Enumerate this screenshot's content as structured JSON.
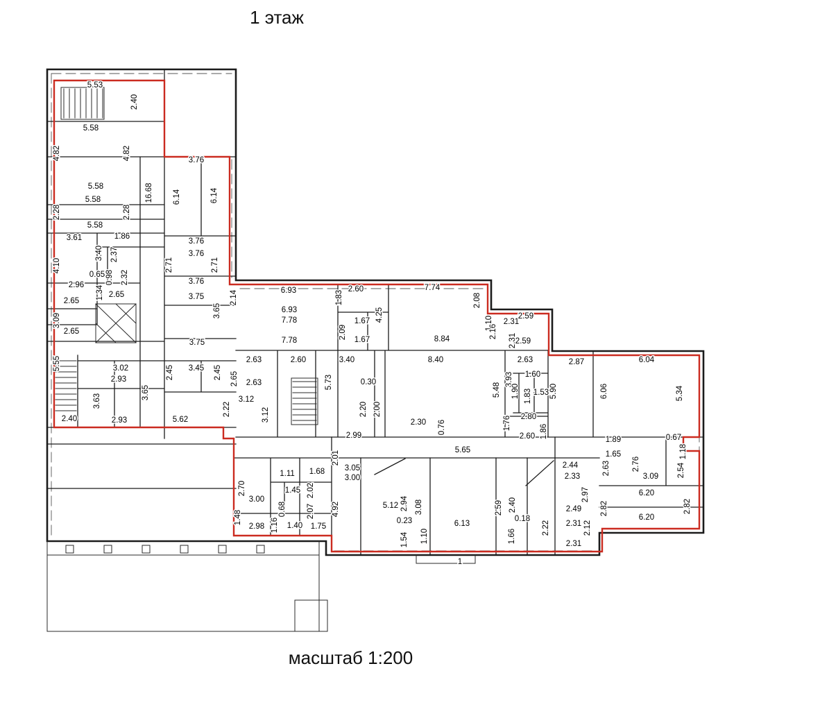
{
  "page": {
    "title": "1 этаж",
    "scale_label": "масштаб 1:200"
  },
  "drawing": {
    "boundary_color": "#cb2b20",
    "wall_color": "#1b1b1b",
    "labels": [
      [
        "5.53",
        137,
        126,
        0
      ],
      [
        "2.40",
        197,
        147,
        1
      ],
      [
        "5.58",
        131,
        188,
        0
      ],
      [
        "4.82",
        85,
        221,
        1
      ],
      [
        "4.82",
        186,
        221,
        1
      ],
      [
        "3.76",
        283,
        234,
        0
      ],
      [
        "5.58",
        138,
        272,
        0
      ],
      [
        "16.68",
        218,
        278,
        1
      ],
      [
        "6.14",
        258,
        284,
        1
      ],
      [
        "6.14",
        312,
        282,
        1
      ],
      [
        "5.58",
        134,
        291,
        0
      ],
      [
        "2.28",
        85,
        306,
        1
      ],
      [
        "2.28",
        186,
        306,
        1
      ],
      [
        "5.58",
        137,
        328,
        0
      ],
      [
        "1.86",
        176,
        344,
        0
      ],
      [
        "3.61",
        107,
        346,
        0
      ],
      [
        "3.40",
        146,
        365,
        1
      ],
      [
        "2.37",
        168,
        367,
        1
      ],
      [
        "4.10",
        85,
        383,
        1
      ],
      [
        "3.76",
        283,
        351,
        0
      ],
      [
        "3.76",
        283,
        369,
        0
      ],
      [
        "2.71",
        247,
        382,
        1
      ],
      [
        "2.71",
        313,
        382,
        1
      ],
      [
        "0.65",
        140,
        399,
        0
      ],
      [
        "0.98",
        161,
        400,
        1
      ],
      [
        "2.32",
        183,
        400,
        1
      ],
      [
        "3.76",
        283,
        409,
        0
      ],
      [
        "2.96",
        110,
        414,
        0
      ],
      [
        "1.34",
        147,
        422,
        1
      ],
      [
        "2.65",
        168,
        428,
        0
      ],
      [
        "2.65",
        103,
        437,
        0
      ],
      [
        "3.75",
        283,
        431,
        0
      ],
      [
        "2.14",
        340,
        429,
        1
      ],
      [
        "6.93",
        416,
        422,
        0
      ],
      [
        "1.83",
        492,
        429,
        1
      ],
      [
        "2.60",
        513,
        420,
        0
      ],
      [
        "7.74",
        623,
        418,
        0
      ],
      [
        "2.08",
        691,
        433,
        1
      ],
      [
        "6.93",
        417,
        450,
        0
      ],
      [
        "3.65",
        316,
        448,
        1
      ],
      [
        "4.25",
        550,
        454,
        1
      ],
      [
        "1.67",
        522,
        466,
        0
      ],
      [
        "7.78",
        417,
        465,
        0
      ],
      [
        "1.10",
        708,
        466,
        1
      ],
      [
        "2.31",
        737,
        467,
        0
      ],
      [
        "2.59",
        758,
        459,
        0
      ],
      [
        "2.16",
        714,
        478,
        1
      ],
      [
        "2.09",
        497,
        479,
        1
      ],
      [
        "1.67",
        522,
        493,
        0
      ],
      [
        "2.31",
        742,
        491,
        1
      ],
      [
        "2.59",
        754,
        495,
        0
      ],
      [
        "3.09",
        85,
        462,
        1
      ],
      [
        "2.65",
        103,
        481,
        0
      ],
      [
        "7.78",
        417,
        494,
        0
      ],
      [
        "8.84",
        637,
        492,
        0
      ],
      [
        "3.75",
        284,
        497,
        0
      ],
      [
        "5.55",
        85,
        524,
        1
      ],
      [
        "3.02",
        174,
        534,
        0
      ],
      [
        "2.63",
        366,
        522,
        0
      ],
      [
        "2.60",
        430,
        522,
        0
      ],
      [
        "3.40",
        500,
        522,
        0
      ],
      [
        "8.40",
        628,
        522,
        0
      ],
      [
        "2.63",
        757,
        522,
        0
      ],
      [
        "2.87",
        831,
        525,
        0
      ],
      [
        "6.04",
        932,
        522,
        0
      ],
      [
        "2.93",
        171,
        550,
        0
      ],
      [
        "2.45",
        248,
        537,
        1
      ],
      [
        "3.45",
        283,
        534,
        0
      ],
      [
        "2.45",
        317,
        537,
        1
      ],
      [
        "2.65",
        341,
        546,
        1
      ],
      [
        "2.63",
        366,
        555,
        0
      ],
      [
        "5.73",
        477,
        551,
        1
      ],
      [
        "0.30",
        531,
        554,
        0
      ],
      [
        "3.93",
        737,
        547,
        1
      ],
      [
        "1.60",
        768,
        543,
        0
      ],
      [
        "5.48",
        719,
        562,
        1
      ],
      [
        "1.90",
        746,
        564,
        1
      ],
      [
        "1.83",
        764,
        571,
        1
      ],
      [
        "1.53",
        780,
        569,
        0
      ],
      [
        "5.90",
        801,
        564,
        1
      ],
      [
        "6.06",
        874,
        564,
        1
      ],
      [
        "5.34",
        983,
        567,
        1
      ],
      [
        "3.65",
        213,
        566,
        1
      ],
      [
        "3.63",
        143,
        578,
        1
      ],
      [
        "3.12",
        355,
        579,
        0
      ],
      [
        "2.22",
        330,
        590,
        1
      ],
      [
        "2.20",
        527,
        590,
        1
      ],
      [
        "2.00",
        547,
        590,
        1
      ],
      [
        "3.12",
        386,
        598,
        1
      ],
      [
        "2.30",
        603,
        612,
        0
      ],
      [
        "0.76",
        640,
        616,
        1
      ],
      [
        "1.76",
        734,
        610,
        1
      ],
      [
        "2.80",
        762,
        604,
        0
      ],
      [
        "2.40",
        100,
        607,
        0
      ],
      [
        "2.93",
        172,
        609,
        0
      ],
      [
        "5.62",
        260,
        608,
        0
      ],
      [
        "2.60",
        760,
        632,
        0
      ],
      [
        "1.86",
        787,
        622,
        1
      ],
      [
        "2.99",
        510,
        631,
        0
      ],
      [
        "5.65",
        667,
        652,
        0
      ],
      [
        "1.89",
        884,
        637,
        0
      ],
      [
        "0.67",
        971,
        634,
        0
      ],
      [
        "1.65",
        884,
        658,
        0
      ],
      [
        "2.01",
        487,
        660,
        1
      ],
      [
        "3.05",
        508,
        678,
        0
      ],
      [
        "3.00",
        508,
        692,
        0
      ],
      [
        "1.68",
        457,
        683,
        0
      ],
      [
        "1.11",
        414,
        686,
        0
      ],
      [
        "2.63",
        877,
        675,
        1
      ],
      [
        "2.76",
        920,
        669,
        1
      ],
      [
        "2.54",
        985,
        678,
        1
      ],
      [
        "1.18",
        988,
        651,
        1
      ],
      [
        "2.44",
        822,
        674,
        0
      ],
      [
        "2.33",
        825,
        690,
        0
      ],
      [
        "3.09",
        938,
        690,
        0
      ],
      [
        "2.70",
        352,
        704,
        1
      ],
      [
        "1.45",
        422,
        710,
        0
      ],
      [
        "2.02",
        451,
        707,
        1
      ],
      [
        "3.00",
        370,
        723,
        0
      ],
      [
        "2.97",
        847,
        713,
        1
      ],
      [
        "6.20",
        932,
        714,
        0
      ],
      [
        "2.82",
        874,
        733,
        1
      ],
      [
        "2.82",
        994,
        730,
        1
      ],
      [
        "2.49",
        827,
        737,
        0
      ],
      [
        "6.20",
        932,
        749,
        0
      ],
      [
        "1.48",
        346,
        746,
        1
      ],
      [
        "0.68",
        410,
        734,
        1
      ],
      [
        "2.07",
        451,
        737,
        1
      ],
      [
        "4.92",
        487,
        734,
        1
      ],
      [
        "5.12",
        563,
        732,
        0
      ],
      [
        "2.94",
        586,
        726,
        1
      ],
      [
        "3.08",
        607,
        731,
        1
      ],
      [
        "2.59",
        722,
        732,
        1
      ],
      [
        "2.40",
        742,
        728,
        1
      ],
      [
        "2.98",
        370,
        762,
        0
      ],
      [
        "1.16",
        399,
        757,
        1
      ],
      [
        "1.40",
        425,
        761,
        0
      ],
      [
        "1.75",
        459,
        762,
        0
      ],
      [
        "0.23",
        583,
        754,
        0
      ],
      [
        "6.13",
        666,
        758,
        0
      ],
      [
        "0.18",
        753,
        751,
        0
      ],
      [
        "2.22",
        790,
        761,
        1
      ],
      [
        "2.31",
        827,
        758,
        0
      ],
      [
        "2.12",
        850,
        761,
        1
      ],
      [
        "1.54",
        586,
        778,
        1
      ],
      [
        "1.10",
        615,
        773,
        1
      ],
      [
        "1.66",
        741,
        773,
        1
      ],
      [
        "2.31",
        827,
        787,
        0
      ],
      [
        "1",
        663,
        813,
        0
      ]
    ]
  }
}
